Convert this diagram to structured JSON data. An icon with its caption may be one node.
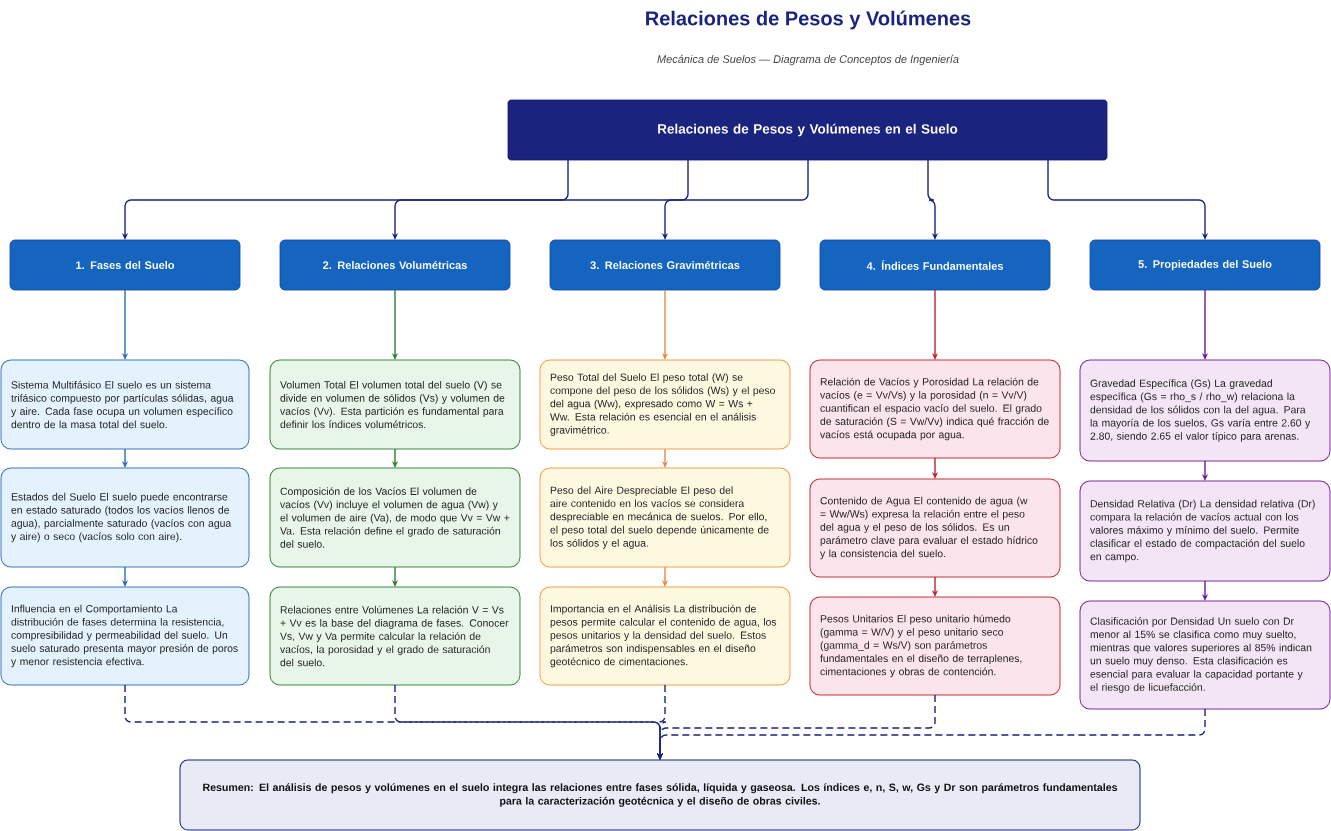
{
  "diagram": {
    "title": "Relaciones de Pesos y Volúmenes",
    "nodes": [
      {
        "text": [
          "Relaciones de Pesos y Volúmenes en el Suelo"
        ]
      },
      {
        "text": [
          "1. Fases del Suelo"
        ]
      },
      {
        "text": [
          "2. Relaciones Volumétricas"
        ]
      },
      {
        "text": [
          "3. Relaciones Gravimétricas"
        ]
      },
      {
        "text": [
          "4. Índices Fundamentales"
        ]
      },
      {
        "text": [
          "5. Propiedades del Suelo"
        ]
      },
      {
        "text": [
          "Sistema Multifásico El suelo es un sistema trifásico compuesto por partículas sólidas, agua y aire. Cada fase ocupa un volumen específico dentro de la masa total del suelo."
        ]
      },
      {
        "text": [
          "Volumen Total El volumen total del suelo (V) se divide en volumen de sólidos (Vs) y volumen de vacíos (Vv). Esta partición es fundamental para definir los índices volumétricos."
        ]
      },
      {
        "text": [
          "Peso Total del Suelo El peso total (W) se compone del peso de los sólidos (Ws) y el peso del agua (Ww), expresado como W = Ws + Ww. Esta relación es esencial en el análisis gravimétrico."
        ]
      },
      {
        "text": [
          "Relación de Vacíos y Porosidad La relación de vacíos (e = Vv/Vs) y la porosidad (n = Vv/V) cuantifican el espacio vacío del suelo. El grado de saturación (S = Vw/Vv) indica qué fracción de vacíos está ocupada por agua."
        ]
      },
      {
        "text": [
          "Gravedad Específica (Gs) La gravedad específica (Gs = rho_s / rho_w) relaciona la densidad de los sólidos con la del agua. Para la mayoría de los suelos, Gs varía entre 2.60 y 2.80, siendo 2.65 el valor típico para arenas."
        ]
      },
      {
        "text": [
          "Estados del Suelo El suelo puede encontrarse en estado saturado (todos los vacíos llenos de agua), parcialmente saturado (vacíos con agua y aire) o seco (vacíos solo con aire)."
        ]
      },
      {
        "text": [
          "Composición de los Vacíos El volumen de vacíos (Vv) incluye el volumen de agua (Vw) y el volumen de aire (Va), de modo que Vv = Vw + Va. Esta relación define el grado de saturación del suelo."
        ]
      },
      {
        "text": [
          "Peso del Aire Despreciable El peso del aire contenido en los vacíos se considera despreciable en mecánica de suelos. Por ello, el peso total del suelo depende únicamente de los sólidos y el agua."
        ]
      },
      {
        "text": [
          "Contenido de Agua El contenido de agua (w = Ww/Ws) expresa la relación entre el peso del agua y el peso de los sólidos. Es un parámetro clave para evaluar el estado hídrico y la consistencia del suelo."
        ]
      },
      {
        "text": [
          "Densidad Relativa (Dr) La densidad relativa (Dr) compara la relación de vacíos actual con los valores máximo y mínimo del suelo. Permite clasificar el estado de compactación del suelo en campo."
        ]
      },
      {
        "text": [
          "Influencia en el Comportamiento La distribución de fases determina la resistencia, compresibilidad y permeabilidad del suelo. Un suelo saturado presenta mayor presión de poros y menor resistencia efectiva."
        ]
      },
      {
        "text": [
          "Relaciones entre Volúmenes La relación V = Vs + Vv es la base del diagrama de fases. Conocer Vs, Vw y Va permite calcular la relación de vacíos, la porosidad y el grado de saturación del suelo."
        ]
      },
      {
        "text": [
          "Importancia en el Análisis La distribución de pesos permite calcular el contenido de agua, los pesos unitarios y la densidad del suelo. Estos parámetros son indispensables en el diseño geotécnico de cimentaciones."
        ]
      },
      {
        "text": [
          "Pesos Unitarios El peso unitario húmedo (gamma = W/V) y el peso unitario seco (gamma_d = Ws/V) son parámetros fundamentales en el diseño de terraplenes, cimentaciones y obras de contención."
        ]
      },
      {
        "text": [
          "Clasificación por Densidad Un suelo con Dr menor al 15% se clasifica como muy suelto, mientras que valores superiores al 85% indican un suelo muy denso. Esta clasificación es esencial para evaluar la capacidad portante y el riesgo de licuefacción."
        ]
      },
      {
        "text": [
          "Resumen: El análisis de pesos y volúmenes en el suelo integra las relaciones entre fases sólida, líquida y gaseosa. Los índices e, n, S, w, Gs y Dr son parámetros fundamentales para la caracterización geotécnica y el diseño de obras civiles."
        ]
      }
    ],
    "edges": [
      {
        "from": 0,
        "to": 1,
        "arrow": "to"
      },
      {
        "from": 0,
        "to": 2,
        "arrow": "to"
      },
      {
        "from": 0,
        "to": 3,
        "arrow": "to"
      },
      {
        "from": 0,
        "to": 4,
        "arrow": "to"
      },
      {
        "from": 0,
        "to": 5,
        "arrow": "to"
      },
      {
        "from": 1,
        "to": 6,
        "arrow": "to",
        "color": "#2a6db5"
      },
      {
        "from": 2,
        "to": 7,
        "arrow": "to",
        "color": "#2e7d32"
      },
      {
        "from": 3,
        "to": 8,
        "arrow": "to",
        "color": "#e08a4c"
      },
      {
        "from": 4,
        "to": 9,
        "arrow": "to",
        "color": "#b3282d"
      },
      {
        "from": 5,
        "to": 10,
        "arrow": "to",
        "color": "#6a1b9a"
      },
      {
        "from": 6,
        "to": 11,
        "arrow": "to",
        "color": "#2a6db5"
      },
      {
        "from": 11,
        "to": 16,
        "arrow": "to",
        "color": "#2a6db5"
      },
      {
        "from": 7,
        "to": 12,
        "arrow": "to",
        "color": "#2e7d32"
      },
      {
        "from": 12,
        "to": 17,
        "arrow": "to",
        "color": "#2e7d32"
      },
      {
        "from": 8,
        "to": 13,
        "arrow": "to",
        "color": "#e08a4c"
      },
      {
        "from": 13,
        "to": 18,
        "arrow": "to",
        "color": "#e08a4c"
      },
      {
        "from": 9,
        "to": 14,
        "arrow": "to",
        "color": "#b3282d"
      },
      {
        "from": 14,
        "to": 19,
        "arrow": "to",
        "color": "#b3282d"
      },
      {
        "from": 10,
        "to": 15,
        "arrow": "to",
        "color": "#6a1b9a"
      },
      {
        "from": 15,
        "to": 20,
        "arrow": "to",
        "color": "#6a1b9a"
      },
      {
        "from": 16,
        "to": 21,
        "arrow": "to",
        "style": "dashed"
      },
      {
        "from": 17,
        "to": 21,
        "arrow": "to",
        "style": "dashed"
      },
      {
        "from": 18,
        "to": 21,
        "arrow": "to",
        "style": "dashed"
      },
      {
        "from": 19,
        "to": 21,
        "arrow": "to",
        "style": "dashed"
      },
      {
        "from": 20,
        "to": 21,
        "arrow": "to",
        "style": "dashed"
      }
    ],
    "labels": [
      "Mecánica de Suelos — Diagrama de Conceptos de Ingeniería"
    ]
  }
}
